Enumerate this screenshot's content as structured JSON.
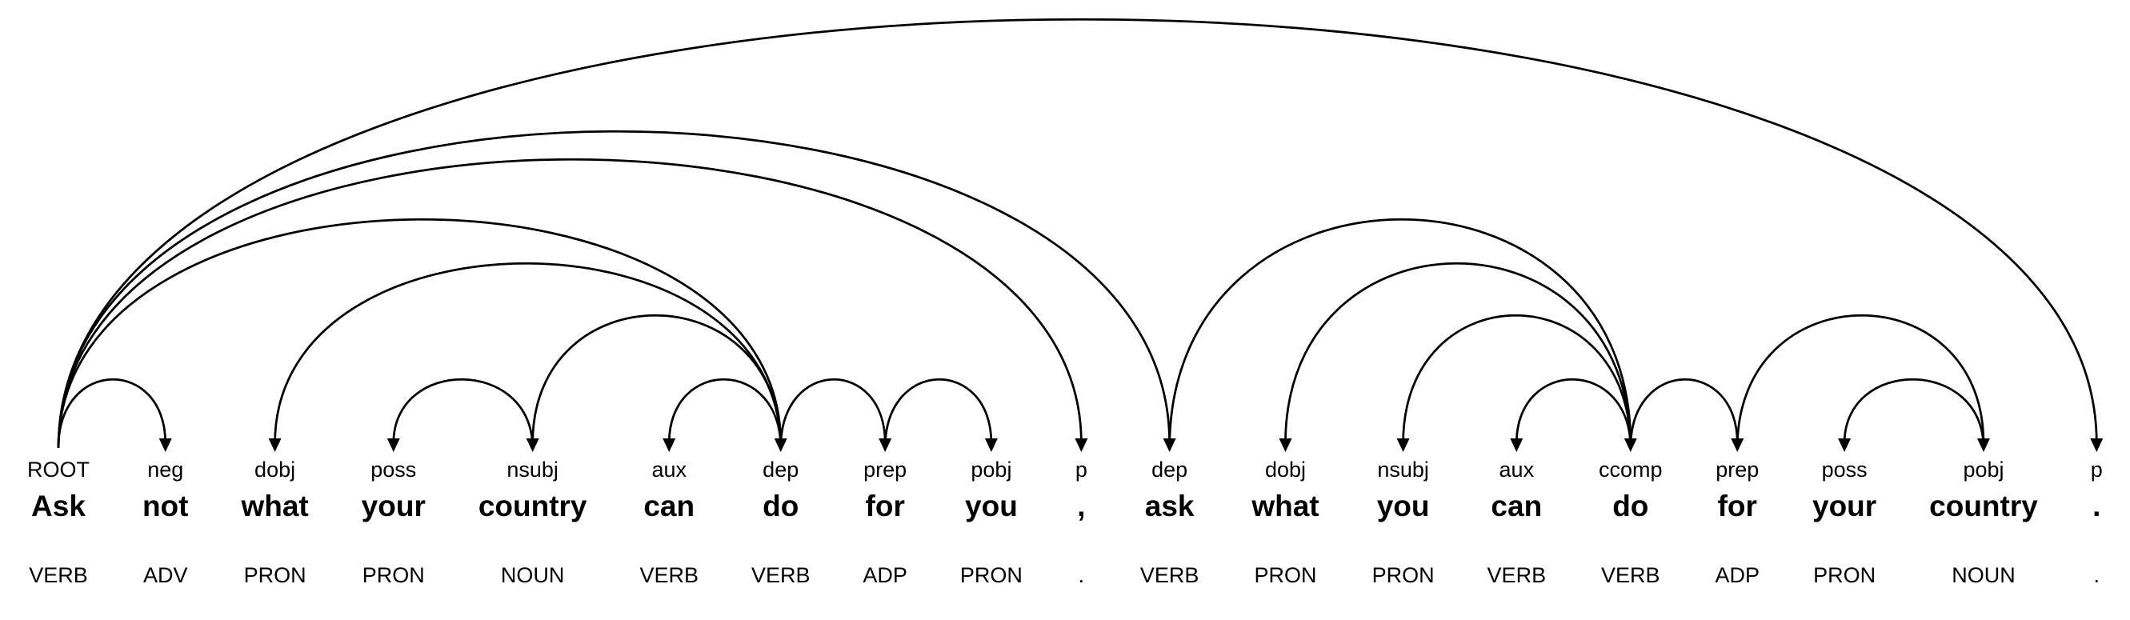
{
  "parse": {
    "sentence": "Ask not what your country can do for you , ask what you can do for your country .",
    "tokens": [
      {
        "text": "Ask",
        "dep": "ROOT",
        "pos": "VERB"
      },
      {
        "text": "not",
        "dep": "neg",
        "pos": "ADV"
      },
      {
        "text": "what",
        "dep": "dobj",
        "pos": "PRON"
      },
      {
        "text": "your",
        "dep": "poss",
        "pos": "PRON"
      },
      {
        "text": "country",
        "dep": "nsubj",
        "pos": "NOUN"
      },
      {
        "text": "can",
        "dep": "aux",
        "pos": "VERB"
      },
      {
        "text": "do",
        "dep": "dep",
        "pos": "VERB"
      },
      {
        "text": "for",
        "dep": "prep",
        "pos": "ADP"
      },
      {
        "text": "you",
        "dep": "pobj",
        "pos": "PRON"
      },
      {
        "text": ",",
        "dep": "p",
        "pos": "."
      },
      {
        "text": "ask",
        "dep": "dep",
        "pos": "VERB"
      },
      {
        "text": "what",
        "dep": "dobj",
        "pos": "PRON"
      },
      {
        "text": "you",
        "dep": "nsubj",
        "pos": "PRON"
      },
      {
        "text": "can",
        "dep": "aux",
        "pos": "VERB"
      },
      {
        "text": "do",
        "dep": "ccomp",
        "pos": "VERB"
      },
      {
        "text": "for",
        "dep": "prep",
        "pos": "ADP"
      },
      {
        "text": "your",
        "dep": "poss",
        "pos": "PRON"
      },
      {
        "text": "country",
        "dep": "pobj",
        "pos": "NOUN"
      },
      {
        "text": ".",
        "dep": "p",
        "pos": "."
      }
    ],
    "arcs": [
      {
        "head": 0,
        "dep": 1,
        "label": "neg"
      },
      {
        "head": 6,
        "dep": 2,
        "label": "dobj"
      },
      {
        "head": 4,
        "dep": 3,
        "label": "poss"
      },
      {
        "head": 6,
        "dep": 4,
        "label": "nsubj"
      },
      {
        "head": 6,
        "dep": 5,
        "label": "aux"
      },
      {
        "head": 0,
        "dep": 6,
        "label": "dep"
      },
      {
        "head": 6,
        "dep": 7,
        "label": "prep"
      },
      {
        "head": 7,
        "dep": 8,
        "label": "pobj"
      },
      {
        "head": 0,
        "dep": 9,
        "label": "p"
      },
      {
        "head": 0,
        "dep": 10,
        "label": "dep"
      },
      {
        "head": 14,
        "dep": 11,
        "label": "dobj"
      },
      {
        "head": 14,
        "dep": 12,
        "label": "nsubj"
      },
      {
        "head": 14,
        "dep": 13,
        "label": "aux"
      },
      {
        "head": 10,
        "dep": 14,
        "label": "ccomp"
      },
      {
        "head": 14,
        "dep": 15,
        "label": "prep"
      },
      {
        "head": 17,
        "dep": 16,
        "label": "poss"
      },
      {
        "head": 15,
        "dep": 17,
        "label": "pobj"
      },
      {
        "head": 0,
        "dep": 18,
        "label": "p"
      }
    ]
  },
  "style": {
    "arc_color": "#000000",
    "text_color": "#000000",
    "background": "#ffffff"
  }
}
